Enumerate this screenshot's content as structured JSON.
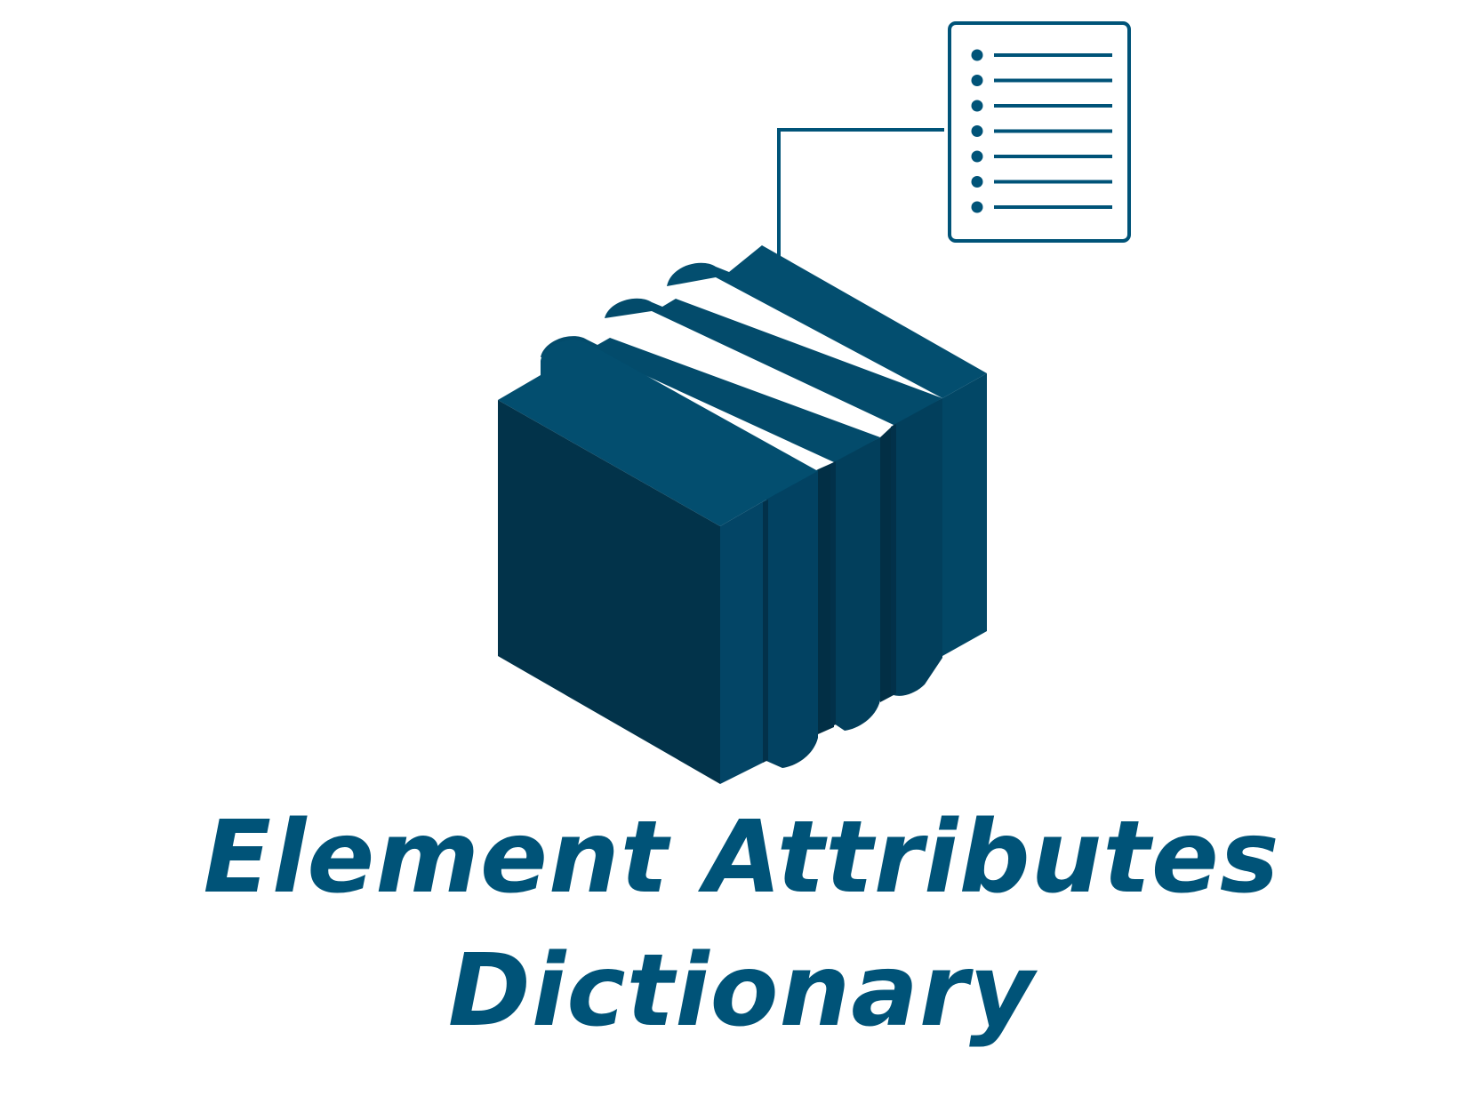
{
  "title": {
    "line1": "Element Attributes",
    "line2": "Dictionary"
  },
  "icons": {
    "graphic": "stacked-books-icon",
    "document": "bulleted-list-document-icon"
  },
  "colors": {
    "brand": "#005378",
    "book_front": "#02334a",
    "book_top": "#034e6f",
    "book_spine": "#03476a",
    "background": "#ffffff"
  },
  "document_list": {
    "bullet_count": 7
  }
}
